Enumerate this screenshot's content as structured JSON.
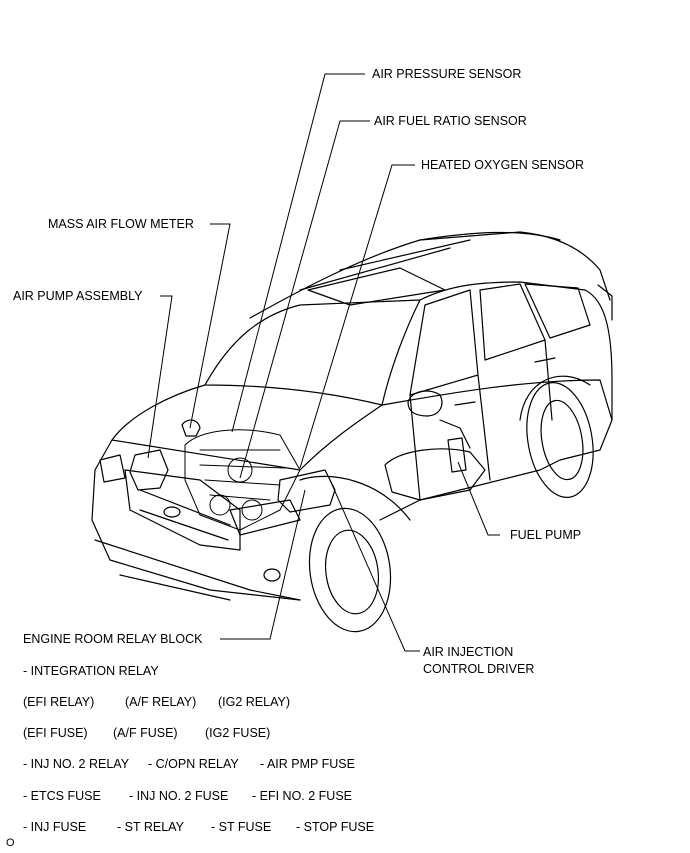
{
  "callouts": {
    "air_pressure_sensor": "AIR PRESSURE SENSOR",
    "air_fuel_ratio_sensor": "AIR FUEL RATIO SENSOR",
    "heated_oxygen_sensor": "HEATED OXYGEN SENSOR",
    "mass_air_flow_meter": "MASS AIR FLOW METER",
    "air_pump_assembly": "AIR PUMP ASSEMBLY",
    "fuel_pump": "FUEL PUMP",
    "engine_room_relay_block": "ENGINE ROOM RELAY BLOCK",
    "air_injection_line1": "AIR INJECTION",
    "air_injection_line2": "CONTROL DRIVER"
  },
  "relay_block_contents": {
    "integration_relay": "- INTEGRATION RELAY",
    "efi_relay": "(EFI RELAY)",
    "af_relay": "(A/F RELAY)",
    "ig2_relay": "(IG2 RELAY)",
    "efi_fuse": "(EFI FUSE)",
    "af_fuse": "(A/F FUSE)",
    "ig2_fuse": "(IG2 FUSE)",
    "inj_no2_relay": "- INJ NO. 2 RELAY",
    "copn_relay": "- C/OPN RELAY",
    "air_pmp_fuse": "- AIR PMP FUSE",
    "etcs_fuse": "- ETCS FUSE",
    "inj_no2_fuse": "- INJ NO. 2 FUSE",
    "efi_no2_fuse": "- EFI NO. 2 FUSE",
    "inj_fuse": "- INJ FUSE",
    "st_relay": "- ST RELAY",
    "st_fuse": "- ST FUSE",
    "stop_fuse": "- STOP FUSE"
  },
  "footer_mark": "O"
}
